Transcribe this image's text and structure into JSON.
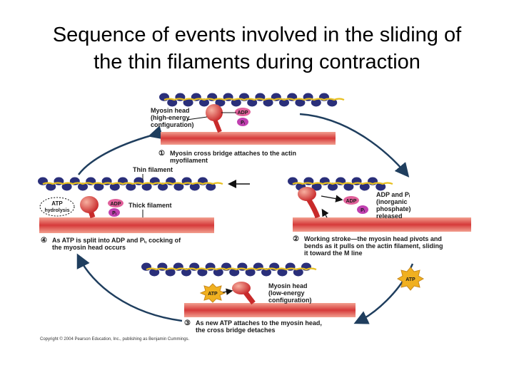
{
  "title": {
    "line1": "Sequence of events involved in the sliding of",
    "line2": "the thin filaments during contraction"
  },
  "top_panel": {
    "myosin_head_label": [
      "Myosin head",
      "(high-energy",
      "configuration)"
    ],
    "adp": "ADP",
    "pi": "Pᵢ",
    "step": "①",
    "caption": [
      "Myosin cross bridge attaches to the actin",
      "myofilament"
    ]
  },
  "left_panel": {
    "thin_label": "Thin filament",
    "thick_label": "Thick filament",
    "atp": "ATP",
    "hydrolysis": "hydrolysis",
    "adp": "ADP",
    "pi": "Pᵢ",
    "step": "④",
    "caption": [
      "As ATP is split into ADP and Pᵢ, cocking of",
      "the myosin head occurs"
    ]
  },
  "right_panel": {
    "adp": "ADP",
    "pi": "Pᵢ",
    "released_label": [
      "ADP and Pᵢ",
      "(inorganic",
      "phosphate)",
      "released"
    ],
    "step": "②",
    "caption": [
      "Working stroke—the myosin head pivots and",
      "bends as it pulls on the actin filament, sliding",
      "it toward the M line"
    ],
    "atp_cycle": "ATP"
  },
  "bottom_panel": {
    "atp": "ATP",
    "myosin_head_label": [
      "Myosin head",
      "(low-energy",
      "configuration)"
    ],
    "step": "③",
    "caption": [
      "As new ATP attaches to the myosin head,",
      "the cross bridge detaches"
    ]
  },
  "copyright": "Copyright © 2004 Pearson Education, Inc., publishing as Benjamin Cummings.",
  "colors": {
    "actin": "#2a2f7a",
    "tropomyosin": "#e8c020",
    "thick": "#d63a3a",
    "thick_light": "#f07a6a",
    "adp": "#e0609a",
    "pi": "#c040b0",
    "atp": "#f0b020",
    "arrow": "#1f3e5e"
  }
}
